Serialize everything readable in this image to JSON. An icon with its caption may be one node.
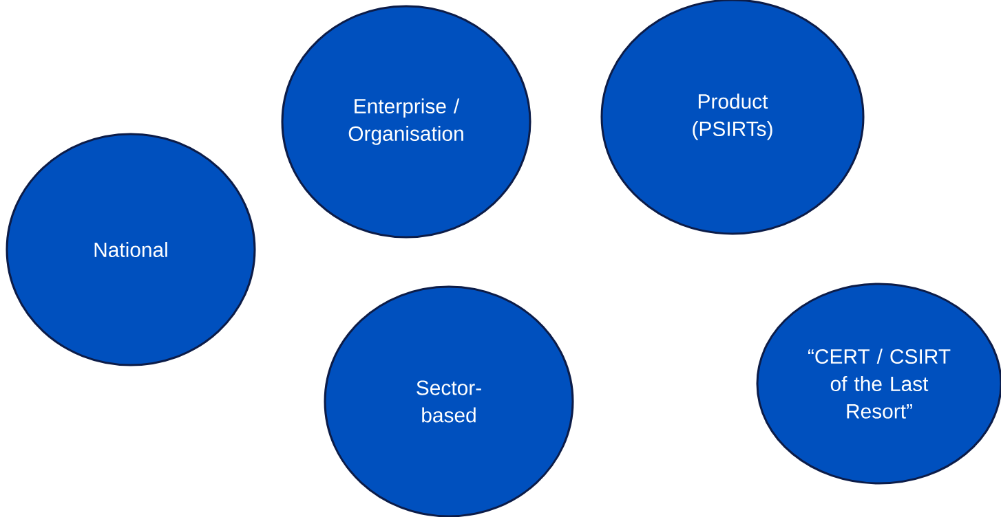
{
  "diagram": {
    "nodes": [
      {
        "text": [
          "Enterprise / Organisation"
        ]
      },
      {
        "text": [
          "Product (PSIRTs)"
        ]
      },
      {
        "text": [
          "National"
        ]
      },
      {
        "text": [
          "Sector-based"
        ]
      },
      {
        "text": [
          "“CERT / CSIRT of the Last Resort”"
        ]
      }
    ]
  }
}
